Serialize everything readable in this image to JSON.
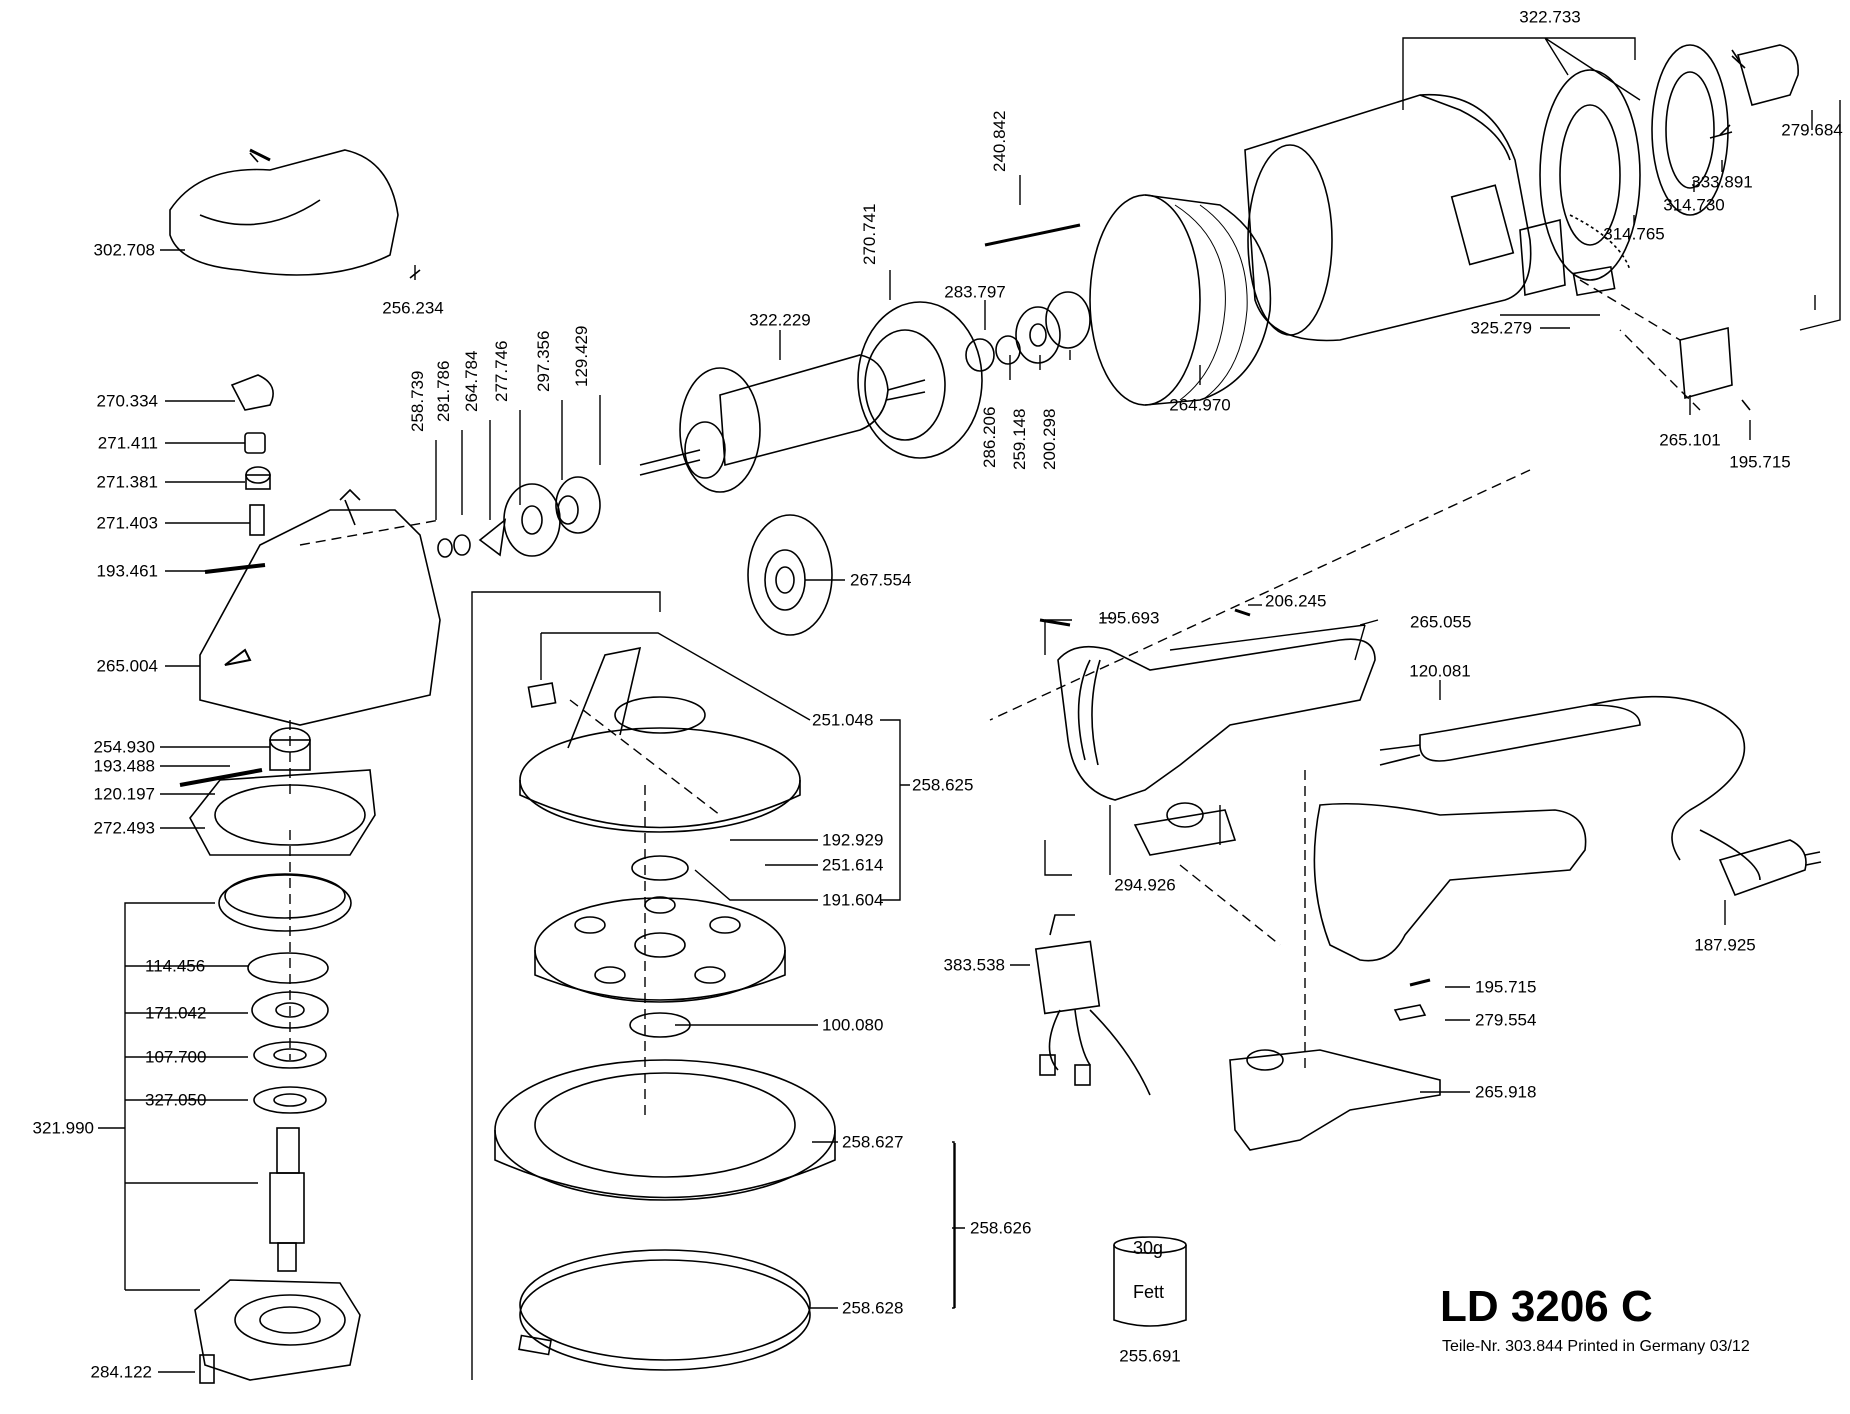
{
  "title": "LD 3206 C",
  "footer": "Teile-Nr. 303.844 Printed in Germany 03/12",
  "grease": {
    "amount": "30g",
    "name": "Fett",
    "part": "255.691"
  },
  "parts": {
    "p322733": "322.733",
    "p279684": "279.684",
    "p333891": "333.891",
    "p314730": "314.730",
    "p314765": "314.765",
    "p240842": "240.842",
    "p270741": "270.741",
    "p283797": "283.797",
    "p322229": "322.229",
    "p286206": "286.206",
    "p259148": "259.148",
    "p200298": "200.298",
    "p264970": "264.970",
    "p325279": "325.279",
    "p265101": "265.101",
    "p195715a": "195.715",
    "p302708": "302.708",
    "p256234": "256.234",
    "p258739": "258.739",
    "p281786": "281.786",
    "p264784": "264.784",
    "p277746": "277.746",
    "p297356": "297.356",
    "p129429": "129.429",
    "p270334": "270.334",
    "p271411": "271.411",
    "p271381": "271.381",
    "p271403": "271.403",
    "p193461": "193.461",
    "p265004": "265.004",
    "p267554": "267.554",
    "p251048": "251.048",
    "p258625": "258.625",
    "p192929": "192.929",
    "p251614": "251.614",
    "p191604": "191.604",
    "p254930": "254.930",
    "p193488": "193.488",
    "p120197": "120.197",
    "p272493": "272.493",
    "p114456": "114.456",
    "p171042": "171.042",
    "p107700": "107.700",
    "p327050": "327.050",
    "p321990": "321.990",
    "p284122": "284.122",
    "p100080": "100.080",
    "p258627": "258.627",
    "p258626": "258.626",
    "p258628": "258.628",
    "p195693": "195.693",
    "p206245": "206.245",
    "p265055": "265.055",
    "p120081": "120.081",
    "p294926": "294.926",
    "p187925": "187.925",
    "p383538": "383.538",
    "p195715b": "195.715",
    "p279554": "279.554",
    "p265918": "265.918"
  }
}
